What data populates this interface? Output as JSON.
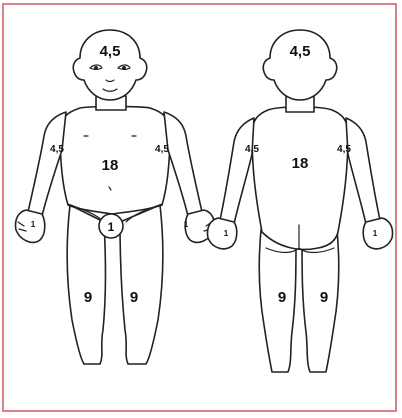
{
  "figure": {
    "border_color": "#d9828a",
    "front": {
      "head": "4,5",
      "arm_left": "4,5",
      "arm_right": "4,5",
      "trunk": "18",
      "genital": "1",
      "hand_left": "1",
      "hand_right": "1",
      "leg_left": "9",
      "leg_right": "9"
    },
    "back": {
      "head": "4,5",
      "arm_left": "4,5",
      "arm_right": "4,5",
      "trunk": "18",
      "hand_left": "1",
      "hand_right": "1",
      "leg_left": "9",
      "leg_right": "9"
    }
  }
}
